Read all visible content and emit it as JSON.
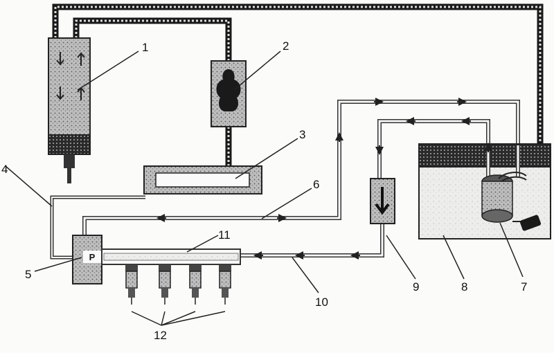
{
  "diagram": {
    "labels": {
      "l1": "1",
      "l2": "2",
      "l3": "3",
      "l4": "4",
      "l5": "5",
      "l6": "6",
      "l7": "7",
      "l8": "8",
      "l9": "9",
      "l10": "10",
      "l11": "11",
      "l12": "12"
    },
    "regulator_mark": "P"
  }
}
